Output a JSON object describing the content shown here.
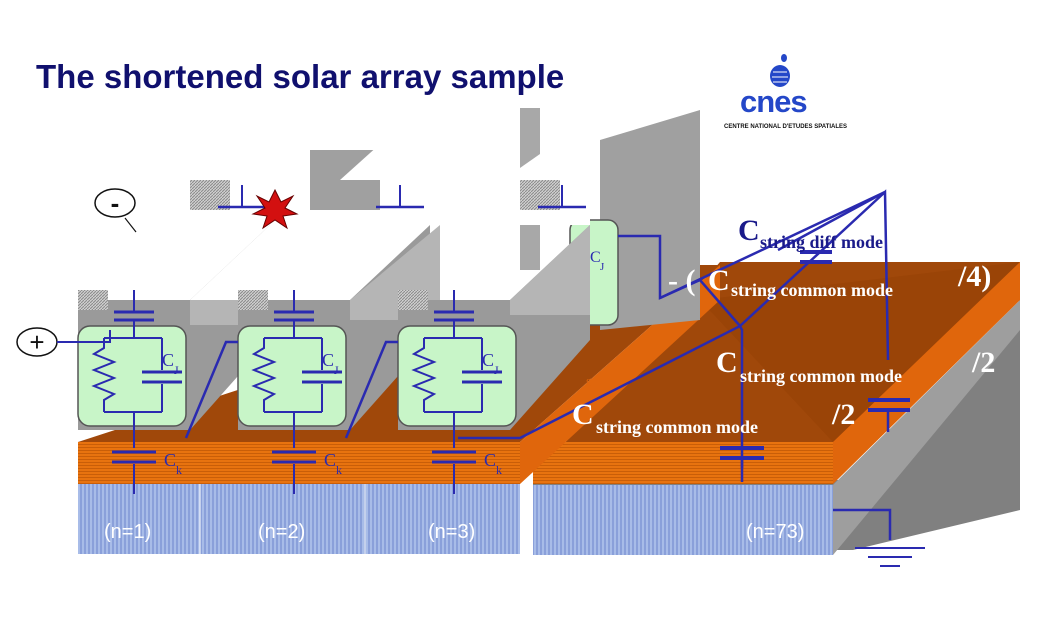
{
  "title": "The shortened solar array sample",
  "logo": {
    "name": "cnes",
    "subtitle": "CENTRE NATIONAL D'ETUDES SPATIALES"
  },
  "terminals": {
    "minus": "-",
    "plus": "+"
  },
  "cells": [
    {
      "cj": "C",
      "cj_sub": "J",
      "ck": "C",
      "ck_sub": "k",
      "n_label": "(n=1)"
    },
    {
      "cj": "C",
      "cj_sub": "J",
      "ck": "C",
      "ck_sub": "k",
      "n_label": "(n=2)"
    },
    {
      "cj": "C",
      "cj_sub": "J",
      "ck": "C",
      "ck_sub": "k",
      "n_label": "(n=3)"
    }
  ],
  "back_cell": {
    "cj": "C",
    "cj_sub": "J"
  },
  "last_panel": {
    "n_label": "(n=73)"
  },
  "labels": {
    "c_diff": {
      "c": "C",
      "sub": "string diff mode"
    },
    "c_common_quarter": {
      "prefix": "- (",
      "c": "C",
      "sub": "string common mode",
      "suffix": "/4)"
    },
    "c_common_half_a": {
      "c": "C",
      "sub": "string common mode",
      "suffix": "/2"
    },
    "c_common_half_b": {
      "c": "C",
      "sub": "string common mode",
      "suffix": "/2"
    },
    "g_mark": "g"
  },
  "icons": [
    "arc-spark-icon",
    "ground-icon",
    "capacitor-symbol",
    "resistor-symbol"
  ],
  "colors": {
    "title": "#10106e",
    "wire": "#2a2ab0",
    "label_white": "#ffffff",
    "label_navy": "#1a1a8a",
    "substrate_top": "#e06a10",
    "substrate_face": "#a04a08",
    "base_panel": "#8fa6de",
    "cell_fill": "#c8f5c8",
    "grey_block": "#9a9a9a"
  }
}
